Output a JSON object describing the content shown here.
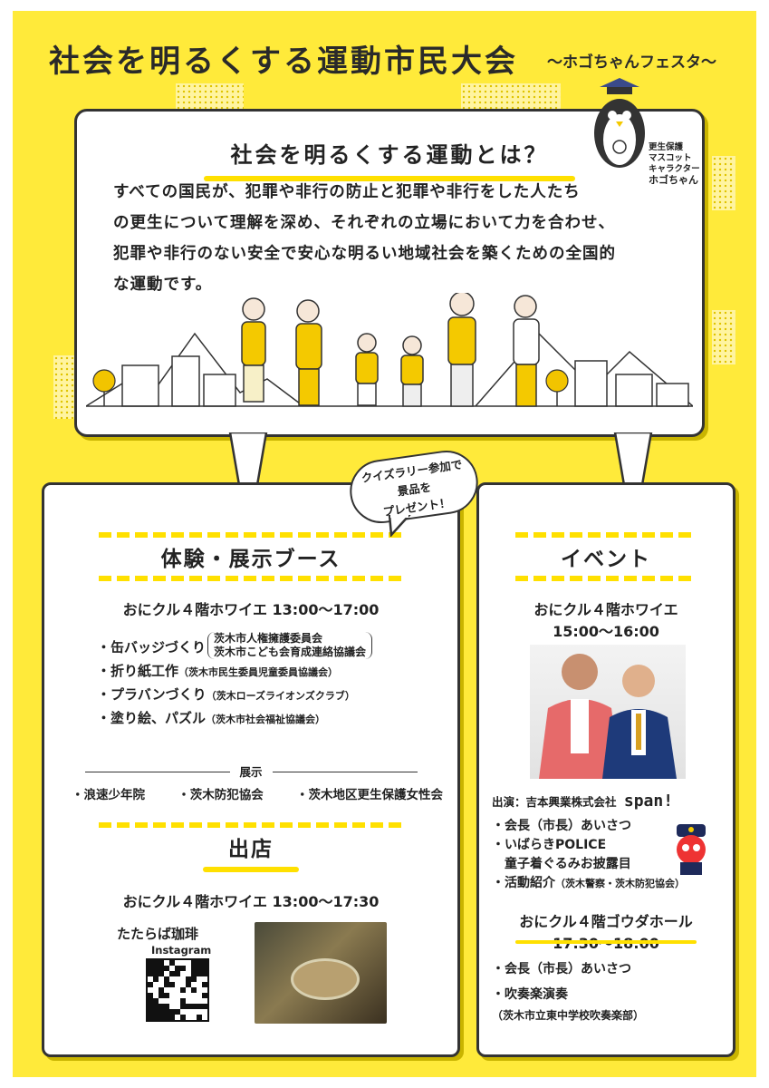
{
  "header": {
    "title": "社会を明るくする運動市民大会",
    "subtitle": "〜ホゴちゃんフェスタ〜"
  },
  "mascot": {
    "label_line1": "更生保護",
    "label_line2": "マスコット",
    "label_line3": "キャラクター",
    "name": "ホゴちゃん"
  },
  "intro": {
    "title": "社会を明るくする運動とは？",
    "lines": [
      "すべての国民が、犯罪や非行の防止と犯罪や非行をした人たち",
      "の更生について理解を深め、それぞれの立場において力を合わせ、",
      "犯罪や非行のない安全で安心な明るい地域社会を築くための全国的",
      "な運動です。"
    ]
  },
  "bubble": {
    "line1": "クイズラリー参加で",
    "line2": "景品を",
    "line3": "プレゼント！"
  },
  "booth": {
    "title": "体験・展示ブース",
    "location": "おにクル４階ホワイエ 13:00〜17:00",
    "items": [
      {
        "name": "・缶バッジづくり",
        "org": "茨木市人権擁護委員会／茨木市こども会育成連絡協議会",
        "org1": "茨木市人権擁護委員会",
        "org2": "茨木市こども会育成連絡協議会"
      },
      {
        "name": "・折り紙工作",
        "org": "（茨木市民生委員児童委員協議会）"
      },
      {
        "name": "・プラバンづくり",
        "org": "（茨木ローズライオンズクラブ）"
      },
      {
        "name": "・塗り絵、パズル",
        "org": "（茨木市社会福祉協議会）"
      }
    ],
    "exhibit_label": "展示",
    "exhibits": [
      "・浪速少年院",
      "・茨木防犯協会",
      "・茨木地区更生保護女性会"
    ]
  },
  "shop": {
    "title": "出店",
    "location": "おにクル４階ホワイエ 13:00〜17:30",
    "vendor": "たたらば珈琲",
    "instagram": "Instagram"
  },
  "event": {
    "title": "イベント",
    "location1": "おにクル４階ホワイエ",
    "time1": "15:00〜16:00",
    "performer_prefix": "出演：吉本興業株式会社",
    "performer": "span!",
    "items1": [
      "・会長（市長）あいさつ",
      "・いばらきPOLICE",
      "　童子着ぐるみお披露目",
      "・活動紹介"
    ],
    "items1_org": "（茨木警察・茨木防犯協会）",
    "location2": "おにクル４階ゴウダホール",
    "time2": "17:30〜18:00",
    "items2": [
      "・会長（市長）あいさつ",
      "・吹奏楽演奏"
    ],
    "items2_org": "（茨木市立東中学校吹奏楽部）"
  },
  "colors": {
    "background": "#ffea3a",
    "accent": "#ffe000",
    "ink": "#222222",
    "panel": "#ffffff"
  }
}
